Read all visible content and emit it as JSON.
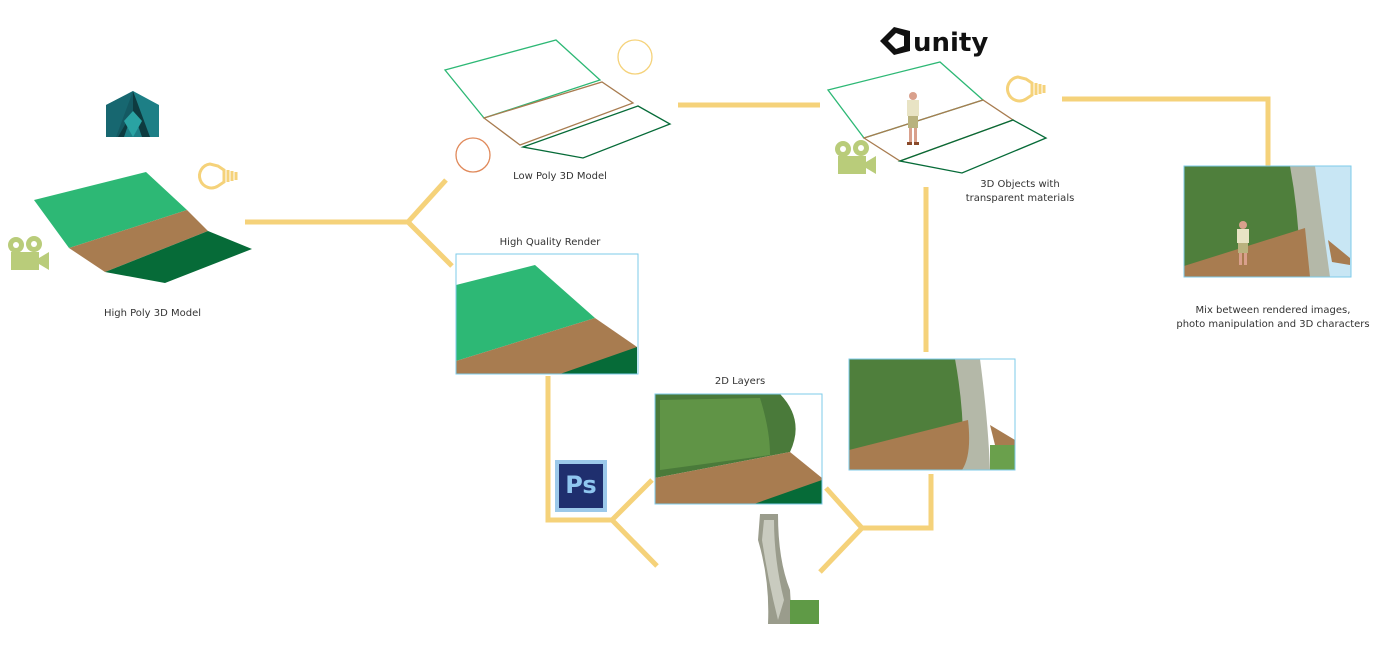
{
  "title": "3D to 2D hybrid pipeline",
  "colors": {
    "connector": "#f5d27a",
    "grass": "#2db875",
    "dirt": "#a87c50",
    "dark_green": "#066b38",
    "frame": "#7ecbea",
    "camera": "#b9cc7a",
    "bulb": "#f5d27a",
    "ps_bg": "#1f2f6e",
    "ps_border": "#9cc9ea",
    "ps_text": "#8fc6ef"
  },
  "nodes": {
    "high_poly": {
      "label": "High Poly 3D Model",
      "tool": "maya-logo"
    },
    "low_poly": {
      "label": "Low Poly 3D Model"
    },
    "high_quality_render": {
      "label": "High Quality Render"
    },
    "layers_2d": {
      "label": "2D Layers",
      "tool": "Ps"
    },
    "unity_scene": {
      "label": "3D Objects with\ntransparent materials",
      "tool": "unity"
    },
    "final_mix": {
      "label": "Mix between rendered images,\nphoto manipulation and 3D characters"
    }
  }
}
